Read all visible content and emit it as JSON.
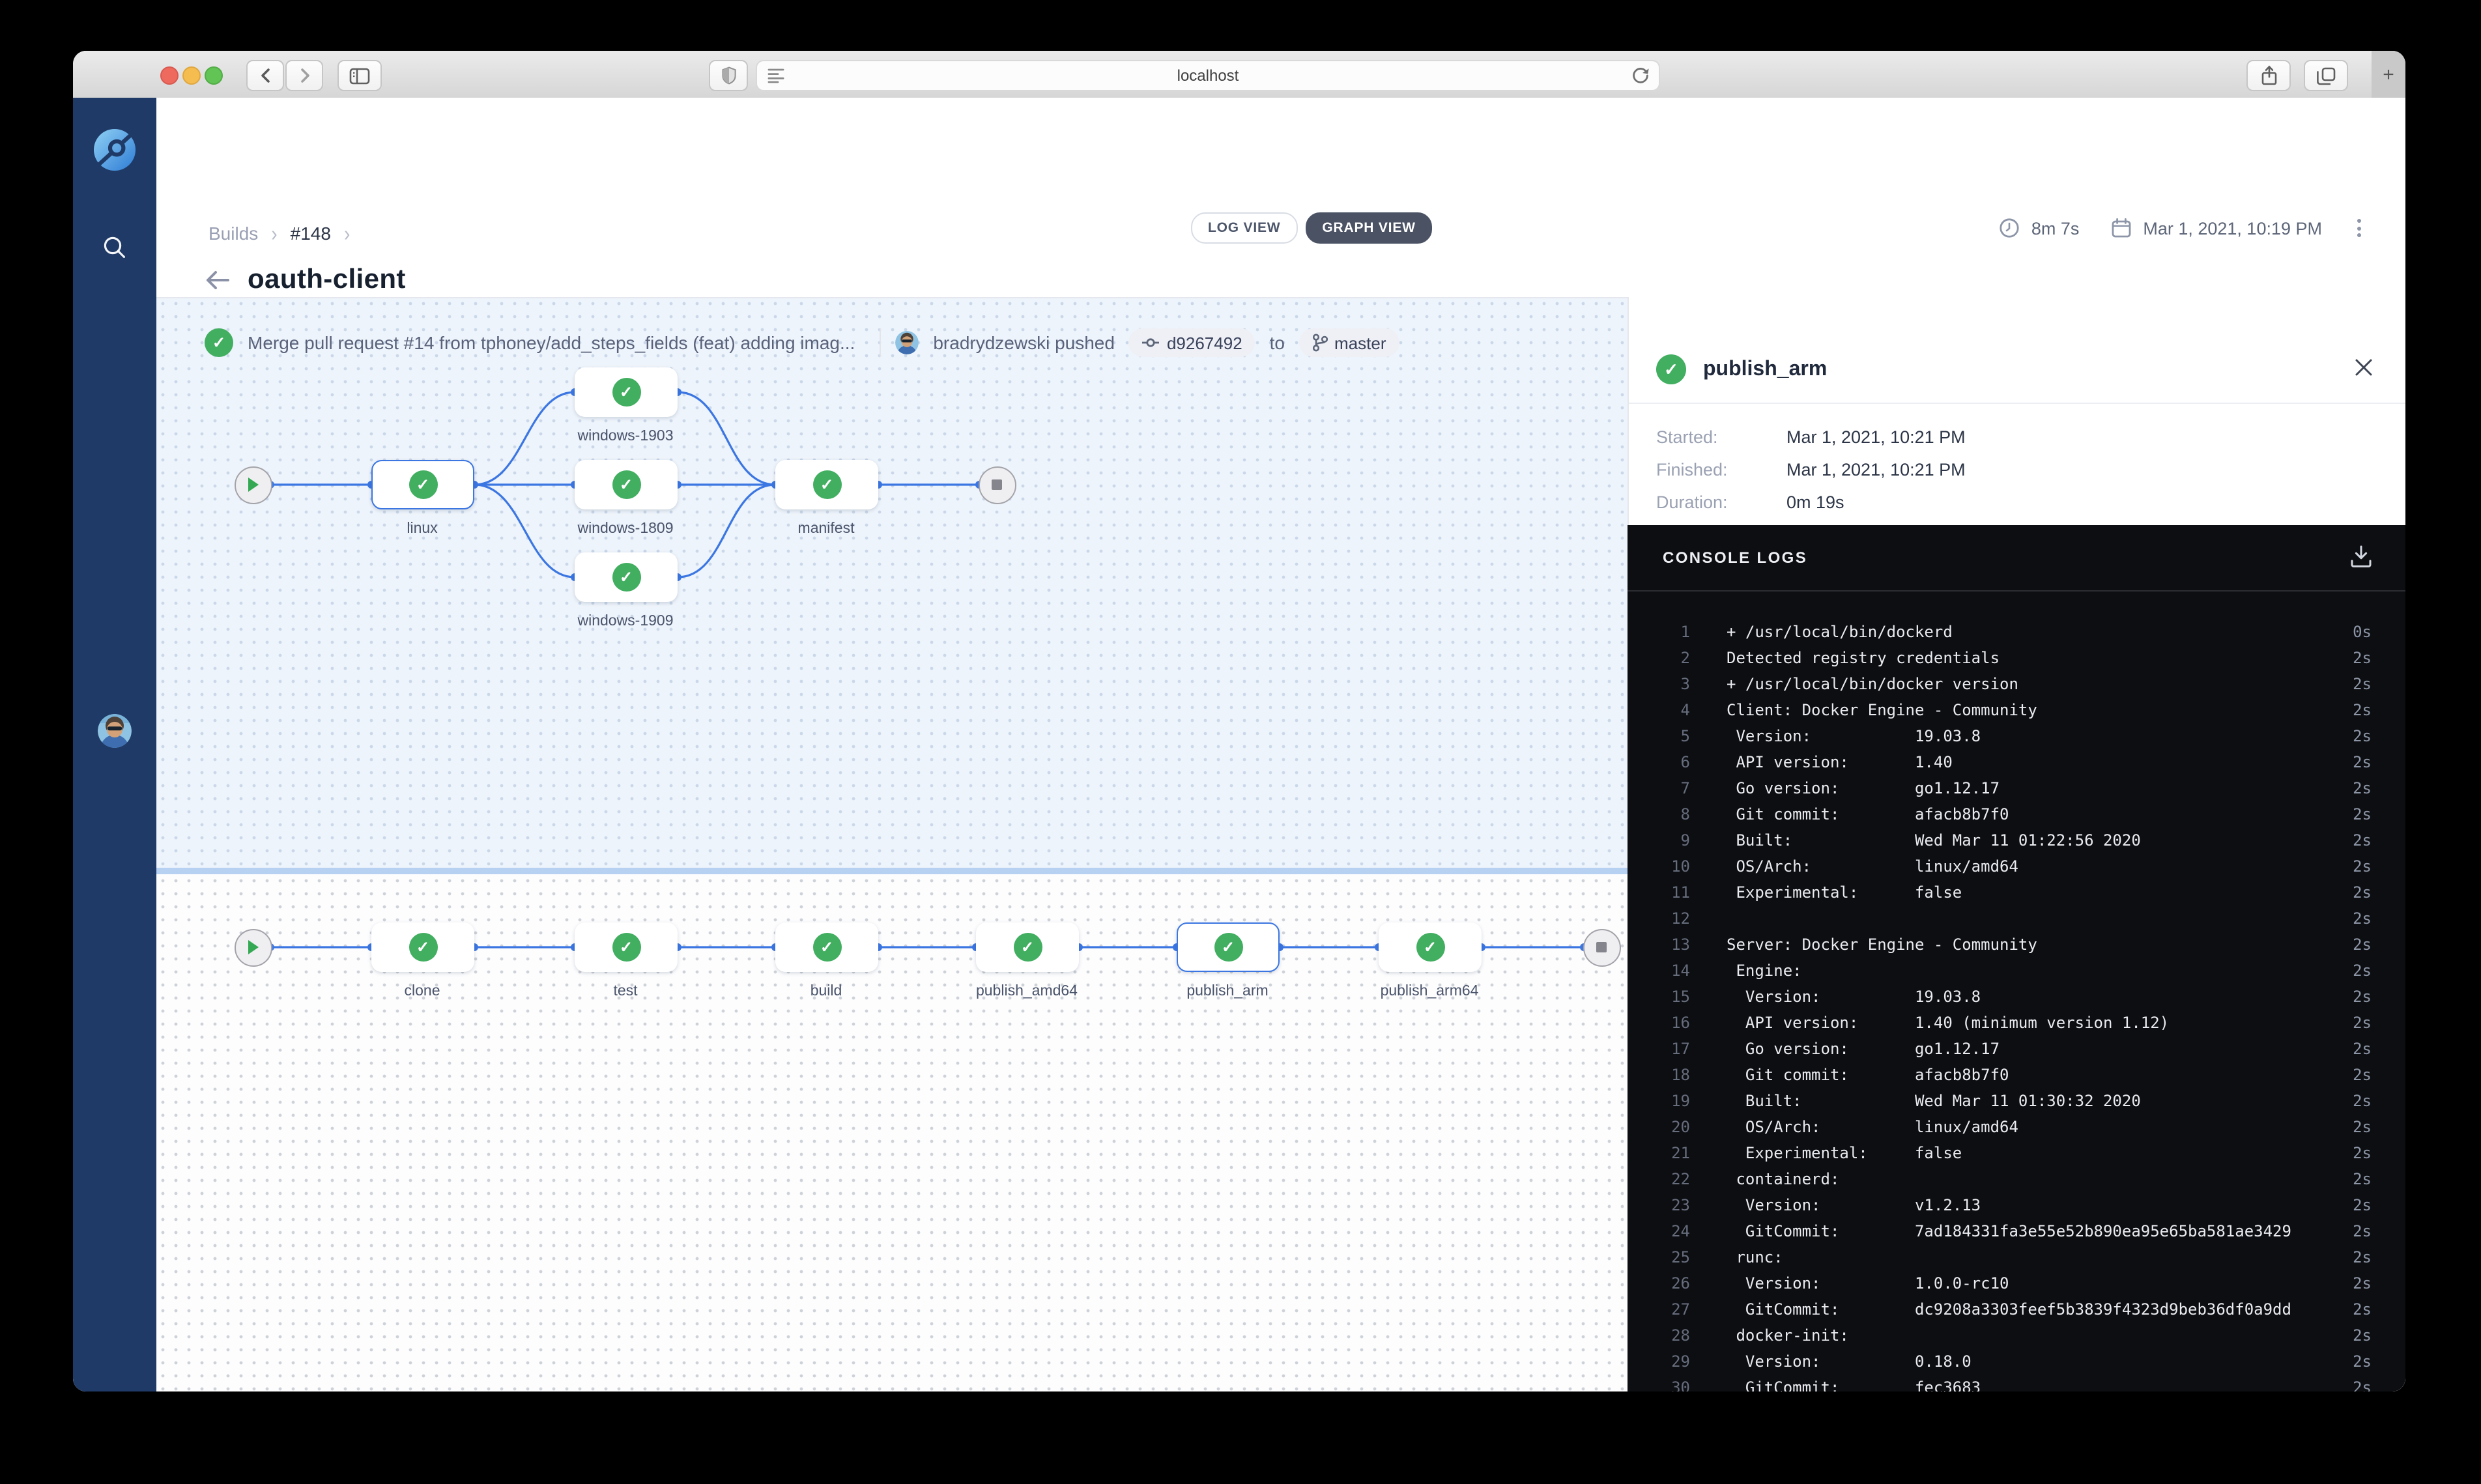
{
  "browser": {
    "url": "localhost",
    "new_tab_glyph": "+"
  },
  "icons": {
    "check": "✓",
    "chevron": "›"
  },
  "header": {
    "breadcrumb": {
      "items": [
        {
          "label": "Builds"
        },
        {
          "label": "#148"
        }
      ]
    },
    "title": "oauth-client",
    "view_toggle": {
      "log_label": "LOG VIEW",
      "graph_label": "GRAPH VIEW"
    },
    "duration": "8m 7s",
    "date": "Mar 1, 2021, 10:19 PM",
    "commit": {
      "message": "Merge pull request #14 from tphoney/add_steps_fields (feat) adding imag...",
      "author": "bradrydzewski",
      "action": "pushed",
      "sha": "d9267492",
      "to_label": "to",
      "branch": "master"
    }
  },
  "pipeline": {
    "stages": [
      {
        "steps": [
          {
            "label": "linux"
          },
          {
            "label": "windows-1903"
          },
          {
            "label": "windows-1809"
          },
          {
            "label": "windows-1909"
          },
          {
            "label": "manifest"
          }
        ]
      },
      {
        "steps": [
          {
            "label": "clone"
          },
          {
            "label": "test"
          },
          {
            "label": "build"
          },
          {
            "label": "publish_amd64"
          },
          {
            "label": "publish_arm"
          },
          {
            "label": "publish_arm64"
          }
        ]
      }
    ]
  },
  "panel": {
    "step_name": "publish_arm",
    "meta": [
      {
        "label": "Started:",
        "value": "Mar 1, 2021, 10:21 PM"
      },
      {
        "label": "Finished:",
        "value": "Mar 1, 2021, 10:21 PM"
      },
      {
        "label": "Duration:",
        "value": "0m 19s"
      }
    ],
    "console": {
      "title": "CONSOLE LOGS",
      "lines": [
        {
          "n": "1",
          "text": "+ /usr/local/bin/dockerd",
          "time": "0s"
        },
        {
          "n": "2",
          "text": "Detected registry credentials",
          "time": "2s"
        },
        {
          "n": "3",
          "text": "+ /usr/local/bin/docker version",
          "time": "2s"
        },
        {
          "n": "4",
          "text": "Client: Docker Engine - Community",
          "time": "2s"
        },
        {
          "n": "5",
          "text": " Version:           19.03.8",
          "time": "2s"
        },
        {
          "n": "6",
          "text": " API version:       1.40",
          "time": "2s"
        },
        {
          "n": "7",
          "text": " Go version:        go1.12.17",
          "time": "2s"
        },
        {
          "n": "8",
          "text": " Git commit:        afacb8b7f0",
          "time": "2s"
        },
        {
          "n": "9",
          "text": " Built:             Wed Mar 11 01:22:56 2020",
          "time": "2s"
        },
        {
          "n": "10",
          "text": " OS/Arch:           linux/amd64",
          "time": "2s"
        },
        {
          "n": "11",
          "text": " Experimental:      false",
          "time": "2s"
        },
        {
          "n": "12",
          "text": "",
          "time": "2s"
        },
        {
          "n": "13",
          "text": "Server: Docker Engine - Community",
          "time": "2s"
        },
        {
          "n": "14",
          "text": " Engine:",
          "time": "2s"
        },
        {
          "n": "15",
          "text": "  Version:          19.03.8",
          "time": "2s"
        },
        {
          "n": "16",
          "text": "  API version:      1.40 (minimum version 1.12)",
          "time": "2s"
        },
        {
          "n": "17",
          "text": "  Go version:       go1.12.17",
          "time": "2s"
        },
        {
          "n": "18",
          "text": "  Git commit:       afacb8b7f0",
          "time": "2s"
        },
        {
          "n": "19",
          "text": "  Built:            Wed Mar 11 01:30:32 2020",
          "time": "2s"
        },
        {
          "n": "20",
          "text": "  OS/Arch:          linux/amd64",
          "time": "2s"
        },
        {
          "n": "21",
          "text": "  Experimental:     false",
          "time": "2s"
        },
        {
          "n": "22",
          "text": " containerd:",
          "time": "2s"
        },
        {
          "n": "23",
          "text": "  Version:          v1.2.13",
          "time": "2s"
        },
        {
          "n": "24",
          "text": "  GitCommit:        7ad184331fa3e55e52b890ea95e65ba581ae3429",
          "time": "2s"
        },
        {
          "n": "25",
          "text": " runc:",
          "time": "2s"
        },
        {
          "n": "26",
          "text": "  Version:          1.0.0-rc10",
          "time": "2s"
        },
        {
          "n": "27",
          "text": "  GitCommit:        dc9208a3303feef5b3839f4323d9beb36df0a9dd",
          "time": "2s"
        },
        {
          "n": "28",
          "text": " docker-init:",
          "time": "2s"
        },
        {
          "n": "29",
          "text": "  Version:          0.18.0",
          "time": "2s"
        },
        {
          "n": "30",
          "text": "  GitCommit:        fec3683",
          "time": "2s"
        }
      ]
    }
  }
}
